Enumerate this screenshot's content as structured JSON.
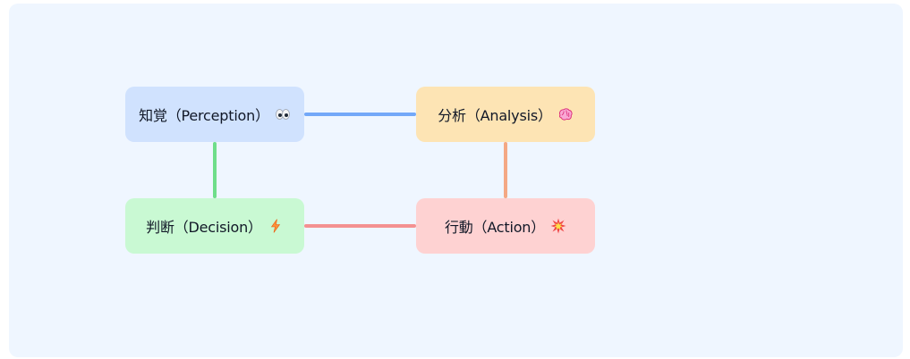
{
  "diagram": {
    "nodes": [
      {
        "id": "perception",
        "label": "知覚（Perception）",
        "icon": "eyes-icon",
        "color": "#d0e2fe"
      },
      {
        "id": "analysis",
        "label": "分析（Analysis）",
        "icon": "brain-icon",
        "color": "#fde4b4"
      },
      {
        "id": "decision",
        "label": "判断（Decision）",
        "icon": "lightning-icon",
        "color": "#c9f9d3"
      },
      {
        "id": "action",
        "label": "行動（Action）",
        "icon": "collision-icon",
        "color": "#fed2d2"
      }
    ],
    "edges": [
      {
        "from": "perception",
        "to": "analysis",
        "color": "#73a8f8"
      },
      {
        "from": "analysis",
        "to": "action",
        "color": "#f4a884"
      },
      {
        "from": "action",
        "to": "decision",
        "color": "#f49191"
      },
      {
        "from": "decision",
        "to": "perception",
        "color": "#6fde8a"
      }
    ],
    "background": "#eff6ff"
  }
}
